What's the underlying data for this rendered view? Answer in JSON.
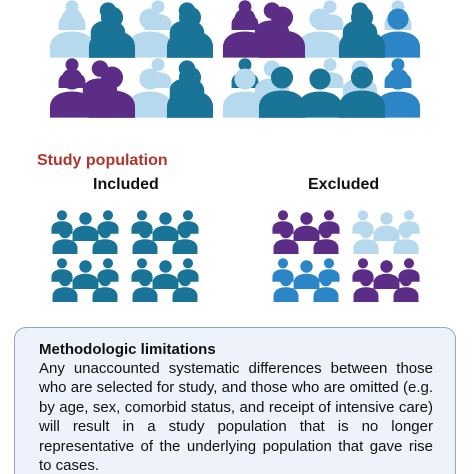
{
  "colors": {
    "teal": "#1a7497",
    "purple": "#5b2d86",
    "light_blue": "#b6d9ee",
    "blue": "#2b85c6",
    "title_red": "#b3332e",
    "box_fill": "#eef3fb",
    "box_border": "#8fa6c8"
  },
  "study_population": {
    "title": "Study population",
    "included_label": "Included",
    "excluded_label": "Excluded"
  },
  "limitations": {
    "title": "Methodologic limitations",
    "text": "Any unaccounted systematic differences between those who are selected for study, and those who are omitted (e.g. by age, sex, comorbid status, and receipt of intensive care) will result in a study population that is no longer representative of the underlying population that gave rise to cases."
  },
  "icons": {
    "person": "person-icon"
  }
}
